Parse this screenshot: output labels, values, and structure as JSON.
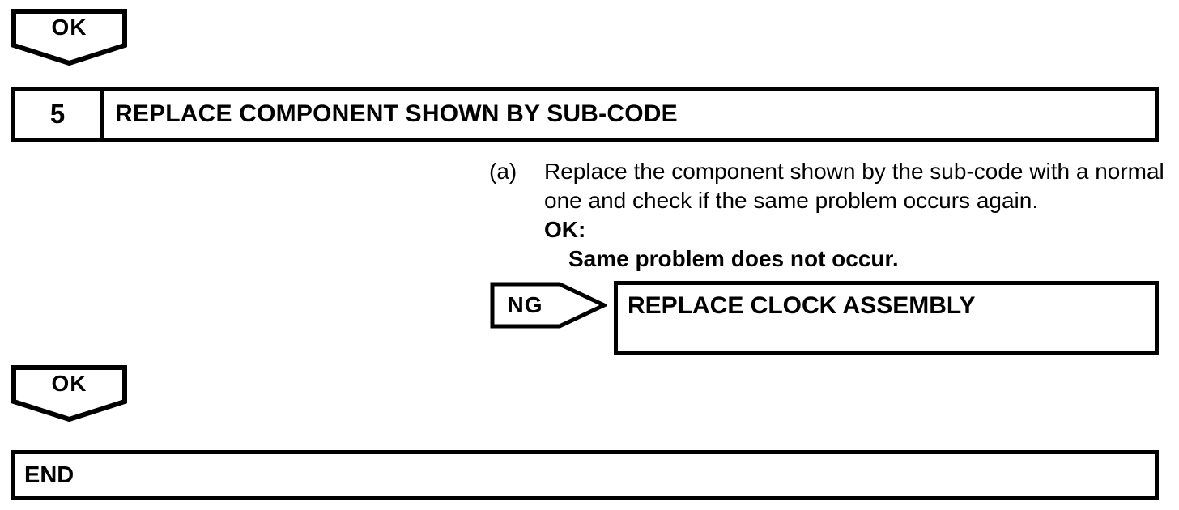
{
  "flowchart": {
    "top_connector": {
      "label": "OK"
    },
    "step": {
      "number": "5",
      "title": "REPLACE COMPONENT SHOWN BY SUB-CODE"
    },
    "instruction": {
      "marker": "(a)",
      "text": "Replace the component shown by the sub-code with a normal one and check if the same problem occurs again.",
      "ok_heading": "OK:",
      "ok_condition": "Same problem does not occur."
    },
    "ng_branch": {
      "label": "NG",
      "action": "REPLACE CLOCK ASSEMBLY"
    },
    "bottom_connector": {
      "label": "OK"
    },
    "terminal": {
      "label": "END"
    }
  },
  "colors": {
    "line": "#000000",
    "background": "#ffffff"
  }
}
